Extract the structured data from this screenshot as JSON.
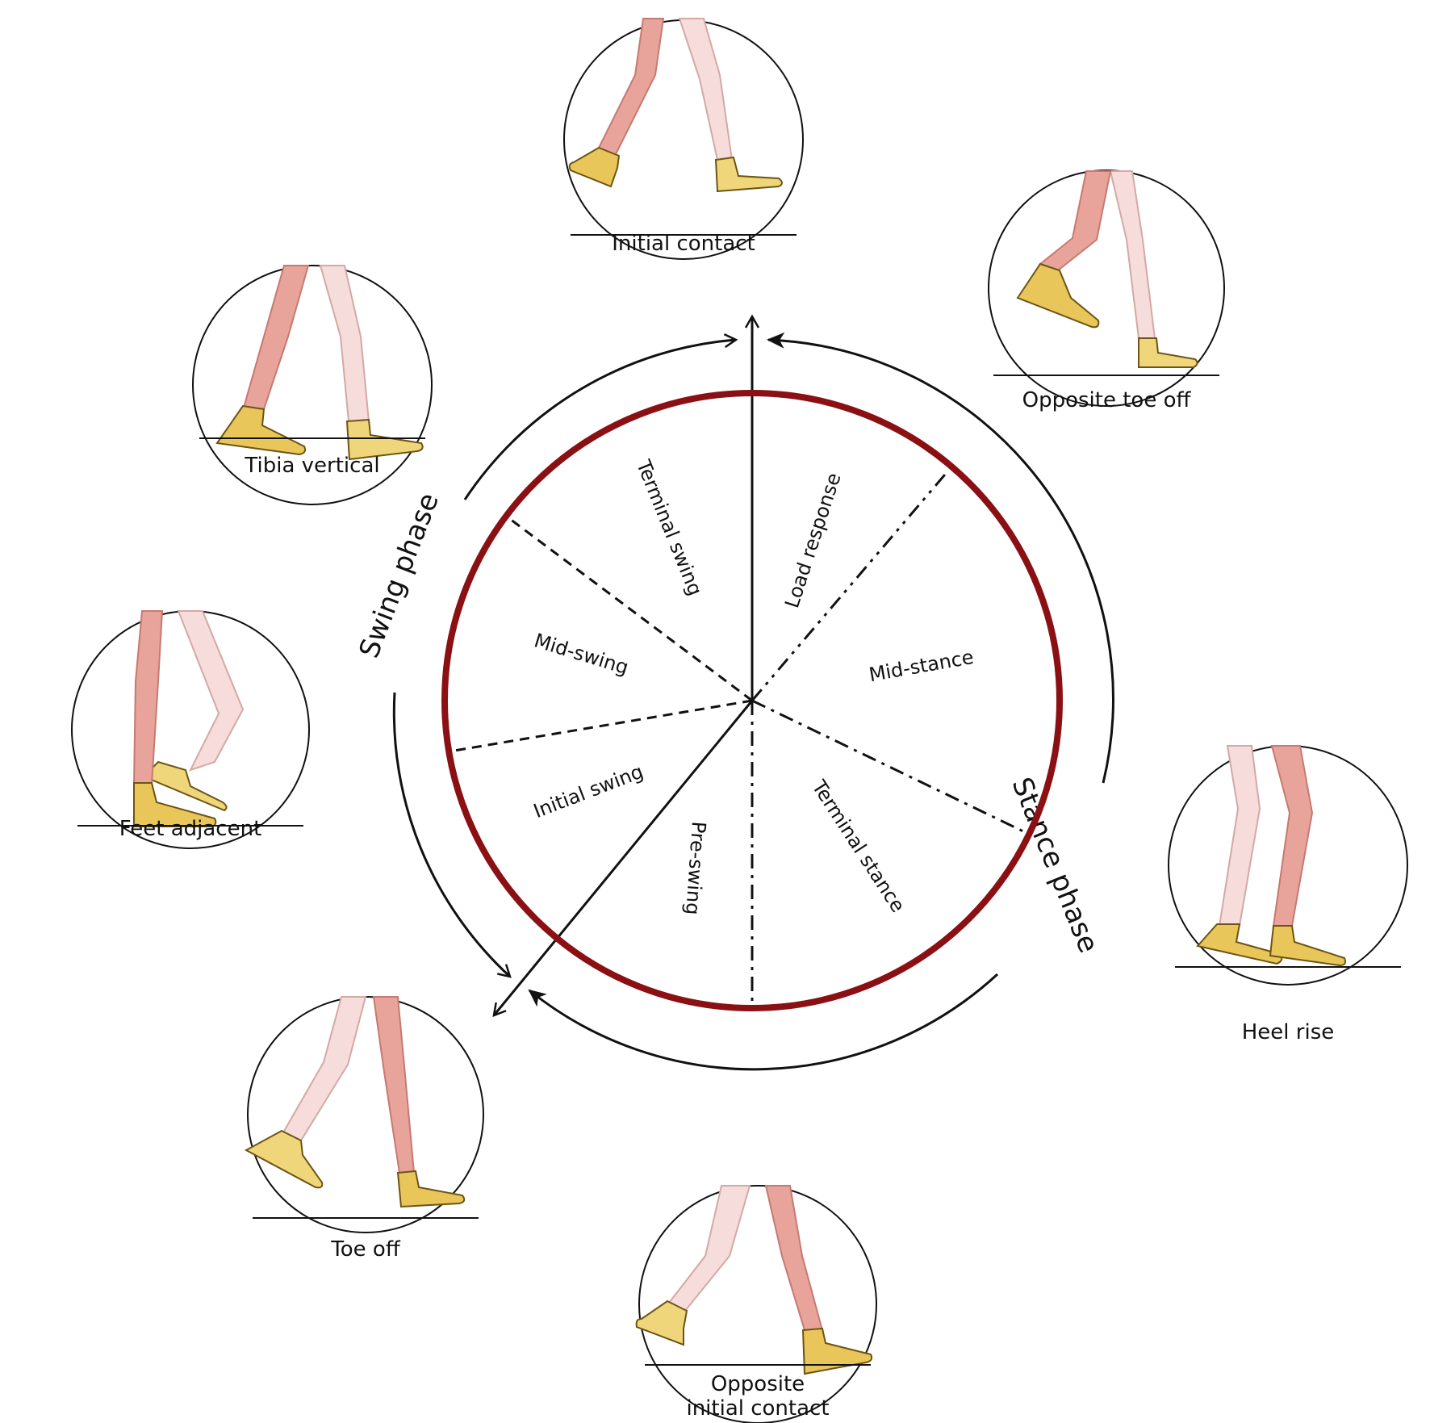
{
  "colors": {
    "outline": "#111111",
    "cycle_ring": "#8b1014",
    "near_leg": "#e8a39a",
    "near_leg_stroke": "#c57a72",
    "far_leg": "#f6dcda",
    "far_leg_stroke": "#d3a9a5",
    "shoe": "#e8c65a",
    "shoe_far": "#f0d67a",
    "shoe_sole": "#fff8e0",
    "shoe_stroke": "#6d5414"
  },
  "phases": {
    "swing": "Swing phase",
    "stance": "Stance phase"
  },
  "segments": [
    {
      "key": "load-response",
      "label": "Load response"
    },
    {
      "key": "mid-stance",
      "label": "Mid-stance"
    },
    {
      "key": "terminal-stance",
      "label": "Terminal stance"
    },
    {
      "key": "pre-swing",
      "label": "Pre-swing"
    },
    {
      "key": "initial-swing",
      "label": "Initial swing"
    },
    {
      "key": "mid-swing",
      "label": "Mid-swing"
    },
    {
      "key": "terminal-swing",
      "label": "Terminal swing"
    }
  ],
  "events": [
    {
      "key": "initial-contact",
      "lines": [
        "Initial contact"
      ]
    },
    {
      "key": "opposite-toe-off",
      "lines": [
        "Opposite toe off"
      ]
    },
    {
      "key": "heel-rise",
      "lines": [
        "Heel rise"
      ]
    },
    {
      "key": "opposite-initial-contact",
      "lines": [
        "Opposite",
        "initial contact"
      ]
    },
    {
      "key": "toe-off",
      "lines": [
        "Toe off"
      ]
    },
    {
      "key": "feet-adjacent",
      "lines": [
        "Feet adjacent"
      ]
    },
    {
      "key": "tibia-vertical",
      "lines": [
        "Tibia vertical"
      ]
    }
  ]
}
